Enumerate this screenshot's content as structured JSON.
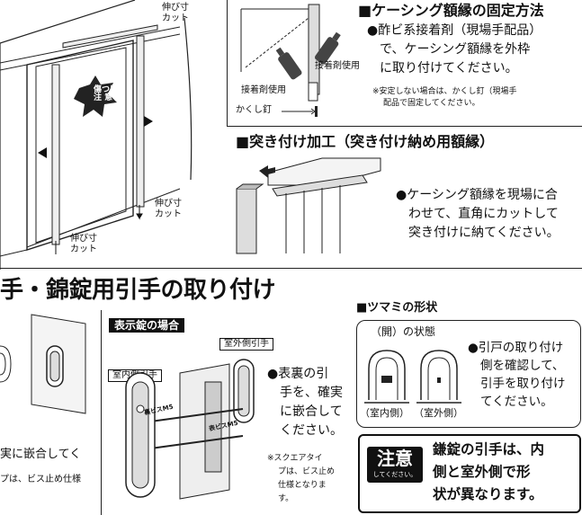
{
  "frame_illustration": {
    "cut_label_top": "伸び寸\nカット",
    "cut_label_right": "伸び寸\nカット",
    "cut_label_bottom": "伸び寸\nカット",
    "caution_badge": "傷つけ\n注 意"
  },
  "casing_fixing": {
    "title": "■ケーシング額縁の固定方法",
    "body": "●酢ビ系接着剤（現場手配品）で、ケーシング額縁を外枠に取り付けてください。",
    "body_lines": [
      "●酢ビ系接着剤（現場手配品）",
      "で、ケーシング額縁を外枠",
      "に取り付けてください。"
    ],
    "note_lines": [
      "※安定しない場合は、かくし釘（現場手",
      "配品で固定してください。"
    ],
    "label_adhesive_right": "接着剤使用",
    "label_adhesive_left": "接着剤使用",
    "label_hidden_nail": "かくし釘"
  },
  "butt_joint": {
    "title": "■突き付け加工（突き付け納め用額縁）",
    "body_lines": [
      "●ケーシング額縁を現場に合",
      "わせて、直角にカットして",
      "突き付けに納てください。"
    ]
  },
  "pull_section": {
    "title": "手・錦錠用引手の取り付け",
    "left_partial_lines": [
      "実に嵌合してく",
      "プは、ビス止め仕様"
    ],
    "indicator_lock_badge": "表示錠の場合",
    "outer_pull_label": "室外側引手",
    "inner_pull_label": "室内側引手",
    "body_lines": [
      "●表裏の引",
      "手を、確実",
      "に嵌合して",
      "ください。"
    ],
    "note_lines": [
      "※スクエアタイ",
      "プは、ビス止め",
      "仕様となりま",
      "す。"
    ],
    "part_label_1": "裏ビスM5",
    "part_label_2": "表ビスM5"
  },
  "knob_shape": {
    "title": "■ツマミの形状",
    "open_state": "（開）の状態",
    "inner_label": "（室内側）",
    "outer_label": "（室外側）",
    "body_lines": [
      "●引戸の取り付け",
      "側を確認して、",
      "引手を取り付け",
      "てください。"
    ]
  },
  "caution": {
    "mark_main": "注意",
    "mark_sub": "してください。",
    "body_lines": [
      "鎌錠の引手は、内",
      "側と室外側で形",
      "状が異なります。"
    ]
  },
  "colors": {
    "ink": "#111111",
    "paper": "#ffffff",
    "shade": "#d9d9d9"
  }
}
